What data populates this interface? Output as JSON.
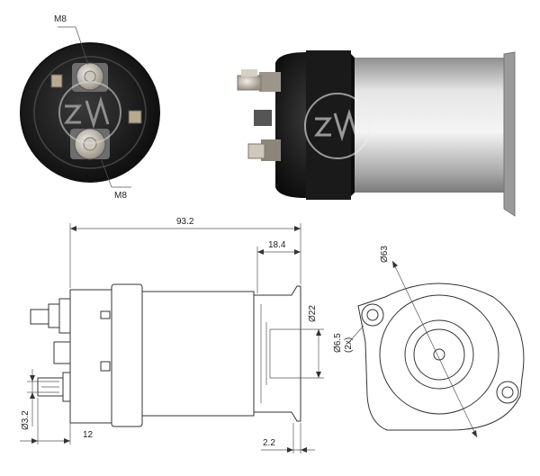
{
  "photo_labels": {
    "top_terminal": "M8",
    "bottom_terminal": "M8"
  },
  "side_view_dimensions": {
    "overall_length": "93.2",
    "flange_length": "18.4",
    "body_diameter": "Ø22",
    "stud_diameter": "Ø3.2",
    "stud_offset": "12",
    "flange_thickness": "2.2"
  },
  "end_view_dimensions": {
    "flange_diameter": "Ø63",
    "hole_diameter": "Ø6.5",
    "hole_count": "(2x)"
  },
  "colors": {
    "silver_body": "#c9c9c9",
    "black_cap": "#1b1b1b",
    "copper_terminal": "#b7a58b",
    "drawing_line": "#333333"
  }
}
